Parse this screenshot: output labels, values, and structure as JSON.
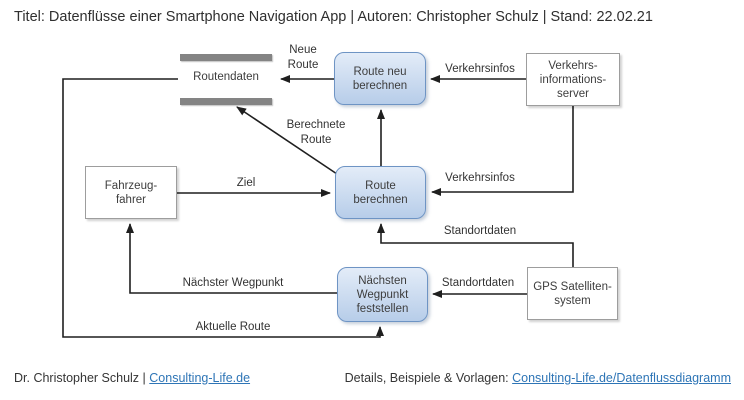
{
  "title": "Titel: Datenflüsse einer Smartphone Navigation App | Autoren: Christopher Schulz | Stand: 22.02.21",
  "colors": {
    "process_fill_top": "#e3ecf8",
    "process_fill_bottom": "#b7cde9",
    "process_border": "#6e94c4",
    "entity_border": "#9d9d9d",
    "store_bar": "#848484",
    "arrow": "#1f1f1f",
    "link_blue": "#2e75b6",
    "text": "#3d3d3d"
  },
  "nodes": {
    "routendaten": {
      "label": "Routendaten"
    },
    "route_neu_berechnen": {
      "label": "Route neu\nberechnen"
    },
    "verkehrsinformationsserver": {
      "label": "Verkehrs-\ninformations-\nserver"
    },
    "fahrzeugfahrer": {
      "label": "Fahrzeug-\nfahrer"
    },
    "route_berechnen": {
      "label": "Route\nberechnen"
    },
    "gps_satellitensystem": {
      "label": "GPS Satelliten-\nsystem"
    },
    "naechsten_wegpunkt_feststellen": {
      "label": "Nächsten\nWegpunkt\nfeststellen"
    }
  },
  "flows": {
    "neue_route": "Neue\nRoute",
    "verkehrsinfos_top": "Verkehrsinfos",
    "berechnete_route": "Berechnete\nRoute",
    "ziel": "Ziel",
    "verkehrsinfos_mid": "Verkehrsinfos",
    "standortdaten_top": "Standortdaten",
    "standortdaten_bottom": "Standortdaten",
    "naechster_wegpunkt": "Nächster Wegpunkt",
    "aktuelle_route": "Aktuelle Route"
  },
  "footer": {
    "author": "Dr. Christopher Schulz",
    "separator": "|",
    "author_link": "Consulting-Life.de",
    "details_prefix": "Details, Beispiele & Vorlagen:",
    "details_link": "Consulting-Life.de/Datenflussdiagramm"
  }
}
